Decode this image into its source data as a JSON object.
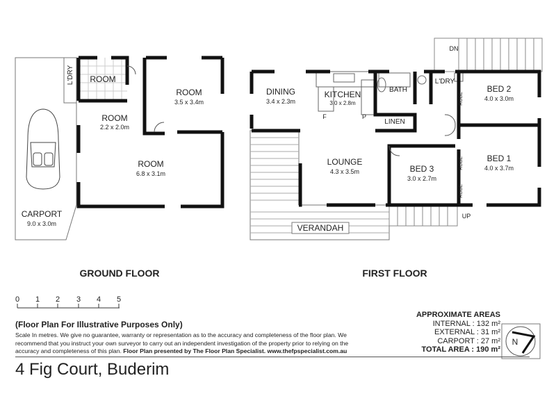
{
  "ground_floor": {
    "title": "GROUND FLOOR",
    "rooms": [
      {
        "name": "ROOM",
        "size": ""
      },
      {
        "name": "ROOM",
        "size": "3.5 x 3.4m"
      },
      {
        "name": "ROOM",
        "size": "2.2 x 2.0m"
      },
      {
        "name": "ROOM",
        "size": "6.8 x 3.1m"
      },
      {
        "name": "CARPORT",
        "size": "9.0 x 3.0m"
      },
      {
        "name": "L'DRY",
        "size": ""
      }
    ]
  },
  "first_floor": {
    "title": "FIRST FLOOR",
    "rooms": [
      {
        "name": "DINING",
        "size": "3.4 x 2.3m"
      },
      {
        "name": "KITCHEN",
        "size": "3.0 x 2.8m"
      },
      {
        "name": "BATH",
        "size": ""
      },
      {
        "name": "L'DRY",
        "size": ""
      },
      {
        "name": "BED 2",
        "size": "4.0 x 3.0m"
      },
      {
        "name": "LINEN",
        "size": ""
      },
      {
        "name": "LOUNGE",
        "size": "4.3 x 3.5m"
      },
      {
        "name": "BED 3",
        "size": "3.0 x 2.7m"
      },
      {
        "name": "BED 1",
        "size": "4.0 x 3.7m"
      },
      {
        "name": "VERANDAH",
        "size": ""
      }
    ],
    "small_labels": {
      "fridge": "F",
      "pantry": "P",
      "robe": "ROBE",
      "down": "DN",
      "up": "UP"
    }
  },
  "scale": {
    "ticks": [
      "0",
      "1",
      "2",
      "3",
      "4",
      "5"
    ]
  },
  "disclaimer": {
    "title": "(Floor Plan For Illustrative Purposes Only)",
    "text": "Scale In metres. We give no guarantee, warranty or representation as to the accuracy and completeness of the floor plan. We recommend that you instruct your own surveyor to carry out an independent investigation of the property prior to relying on the accuracy and completeness of this plan.",
    "credit": "Floor Plan presented by The Floor Plan Specialist. www.thefpspecialist.com.au"
  },
  "areas": {
    "title": "APPROXIMATE AREAS",
    "rows": [
      {
        "label": "INTERNAL : 132 m²"
      },
      {
        "label": "EXTERNAL :  31 m²"
      },
      {
        "label": "CARPORT :  27 m²"
      }
    ],
    "total": "TOTAL AREA : 190 m²"
  },
  "address": "4 Fig Court, Buderim",
  "compass": {
    "letter": "N"
  }
}
